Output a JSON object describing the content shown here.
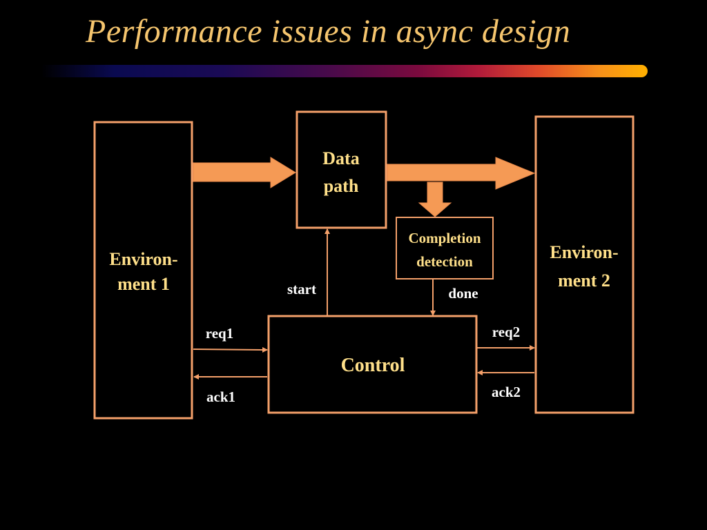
{
  "slide": {
    "title": "Performance issues in async design"
  },
  "diagram": {
    "environment1": {
      "line1": "Environ-",
      "line2": "ment 1"
    },
    "environment2": {
      "line1": "Environ-",
      "line2": "ment 2"
    },
    "datapath": {
      "line1": "Data",
      "line2": "path"
    },
    "completion": {
      "line1": "Completion",
      "line2": "detection"
    },
    "control": {
      "label": "Control"
    },
    "signals": {
      "start": "start",
      "done": "done",
      "req1": "req1",
      "ack1": "ack1",
      "req2": "req2",
      "ack2": "ack2"
    }
  }
}
